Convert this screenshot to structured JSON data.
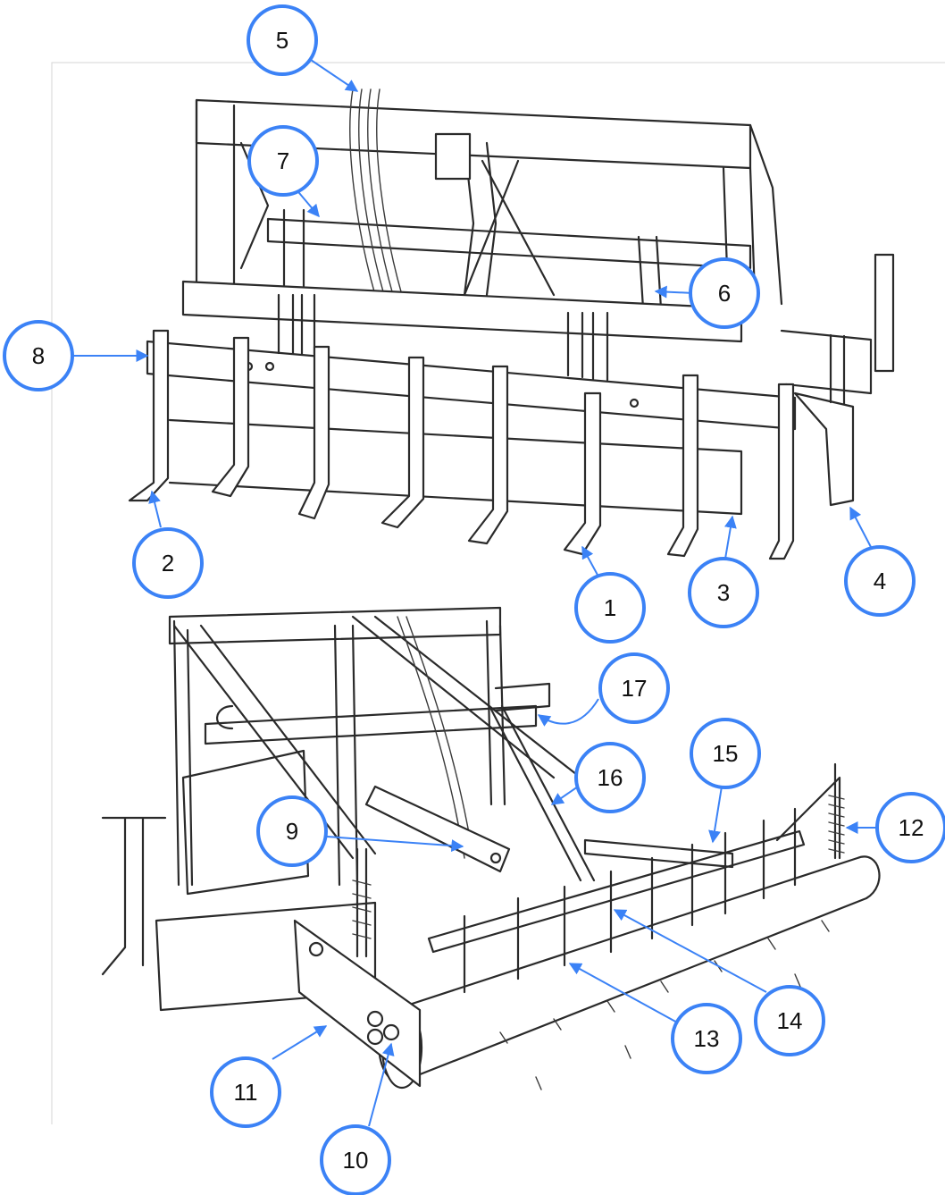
{
  "accent_color": "#3b82f6",
  "callouts": [
    {
      "id": "1",
      "label": "1"
    },
    {
      "id": "2",
      "label": "2"
    },
    {
      "id": "3",
      "label": "3"
    },
    {
      "id": "4",
      "label": "4"
    },
    {
      "id": "5",
      "label": "5"
    },
    {
      "id": "6",
      "label": "6"
    },
    {
      "id": "7",
      "label": "7"
    },
    {
      "id": "8",
      "label": "8"
    },
    {
      "id": "9",
      "label": "9"
    },
    {
      "id": "10",
      "label": "10"
    },
    {
      "id": "11",
      "label": "11"
    },
    {
      "id": "12",
      "label": "12"
    },
    {
      "id": "13",
      "label": "13"
    },
    {
      "id": "14",
      "label": "14"
    },
    {
      "id": "15",
      "label": "15"
    },
    {
      "id": "16",
      "label": "16"
    },
    {
      "id": "17",
      "label": "17"
    }
  ]
}
